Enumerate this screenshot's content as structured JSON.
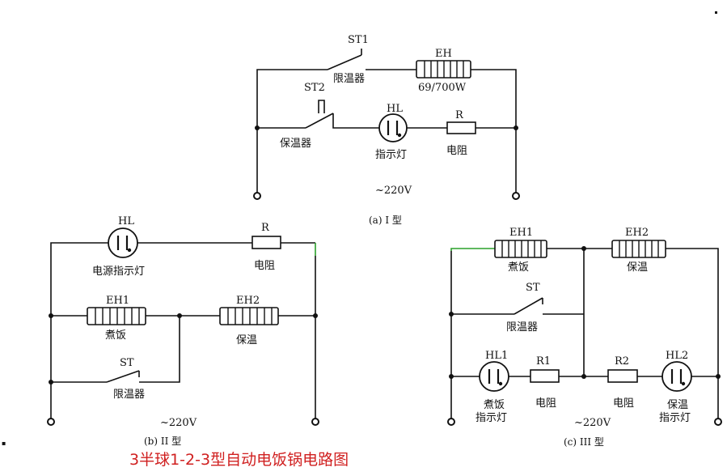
{
  "page_title": "3半球1-2-3型自动电饭锅电路图",
  "stray_mark": "▪",
  "circuit_a": {
    "caption": "(a) I 型",
    "st1": "ST1",
    "st1_desc": "限温器",
    "eh": "EH",
    "eh_rating": "69/700W",
    "st2": "ST2",
    "st2_desc": "保温器",
    "hl": "HL",
    "hl_desc": "指示灯",
    "r": "R",
    "r_desc": "电阻",
    "voltage": "~220V"
  },
  "circuit_b": {
    "caption": "(b) II 型",
    "hl": "HL",
    "hl_desc": "电源指示灯",
    "r": "R",
    "r_desc": "电阻",
    "eh1": "EH1",
    "eh1_desc": "煮饭",
    "eh2": "EH2",
    "eh2_desc": "保温",
    "st": "ST",
    "st_desc": "限温器",
    "voltage": "~220V"
  },
  "circuit_c": {
    "caption": "(c) III 型",
    "eh1": "EH1",
    "eh1_desc": "煮饭",
    "eh2": "EH2",
    "eh2_desc": "保温",
    "st": "ST",
    "st_desc": "限温器",
    "hl1": "HL1",
    "hl1_desc_1": "煮饭",
    "hl1_desc_2": "指示灯",
    "r1": "R1",
    "r1_desc": "电阻",
    "r2": "R2",
    "r2_desc": "电阻",
    "hl2": "HL2",
    "hl2_desc_1": "保温",
    "hl2_desc_2": "指示灯",
    "voltage": "~220V"
  }
}
